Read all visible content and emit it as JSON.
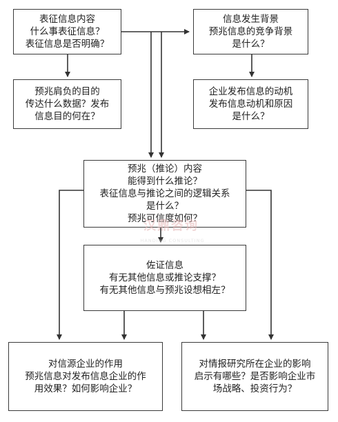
{
  "boxes": {
    "top_left": [
      "表征信息内容",
      "什么事表征信息？",
      "表征信息是否明确？"
    ],
    "top_right": [
      "信息发生背景",
      "预兆信息的竞争背景",
      "是什么？"
    ],
    "mid_left": [
      "预兆肩负的目的",
      "传达什么数据？发布",
      "信息目的何在？"
    ],
    "mid_right": [
      "企业发布信息的动机",
      "发布信息动机和原因",
      "是什么？"
    ],
    "center": [
      "预兆（推论）内容",
      "能得到什么推论？",
      "表征信息与推论之间的逻辑关系",
      "是什么？",
      "预兆可信度如何？"
    ],
    "evidence": [
      "佐证信息",
      "有无其他信息或推论支撑？",
      "有无其他信息与预兆设想相左？"
    ],
    "bottom_left": [
      "对信源企业的作用",
      "预兆信息对发布信息企业的作",
      "用效果？如何影响企业？"
    ],
    "bottom_right": [
      "对情报研究所在企业的影响",
      "启示有哪些？是否影响企业市",
      "场战略、投资行为？"
    ]
  },
  "watermark": {
    "main": "汉鼎咨询",
    "sub": "HANDING CONSULTING"
  }
}
